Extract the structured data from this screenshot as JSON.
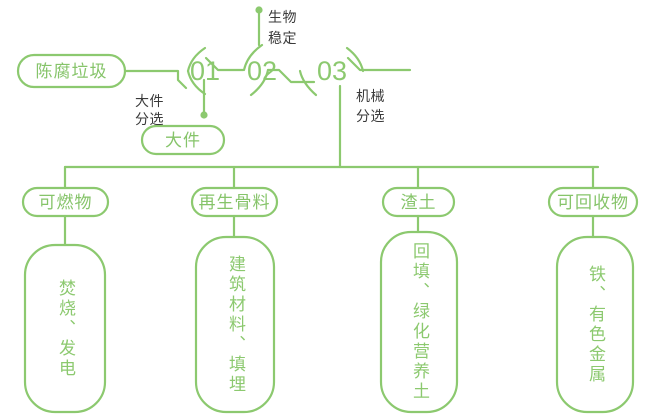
{
  "diagram": {
    "type": "process-flow",
    "title": "",
    "colors": {
      "line": "#8cc96f",
      "green_text": "#86c46a",
      "dark_text": "#3a3a3a",
      "background": "#ffffff"
    },
    "source_node": {
      "label": "陈腐垃圾"
    },
    "stages": [
      {
        "id": "01",
        "number": "01",
        "caption": "大件\n分选",
        "output_label": "大件"
      },
      {
        "id": "02",
        "number": "02",
        "caption": "生物\n稳定",
        "output_label": ""
      },
      {
        "id": "03",
        "number": "03",
        "caption": "机械\n分选",
        "output_label": ""
      }
    ],
    "stage_captions": {
      "s01_line1": "大件",
      "s01_line2": "分选",
      "s02_line1": "生物",
      "s02_line2": "稳定",
      "s03_line1": "机械",
      "s03_line2": "分选"
    },
    "bulky_output": {
      "label": "大件"
    },
    "branches": [
      {
        "id": "combustible",
        "pill_label": "可燃物",
        "box_text": "焚烧、发电"
      },
      {
        "id": "recycled-aggregate",
        "pill_label": "再生骨料",
        "box_text": "建筑材料、填埋"
      },
      {
        "id": "slag-soil",
        "pill_label": "渣土",
        "box_text": "回填、绿化营养土"
      },
      {
        "id": "recyclable",
        "pill_label": "可回收物",
        "box_text": "铁、有色金属"
      }
    ]
  }
}
